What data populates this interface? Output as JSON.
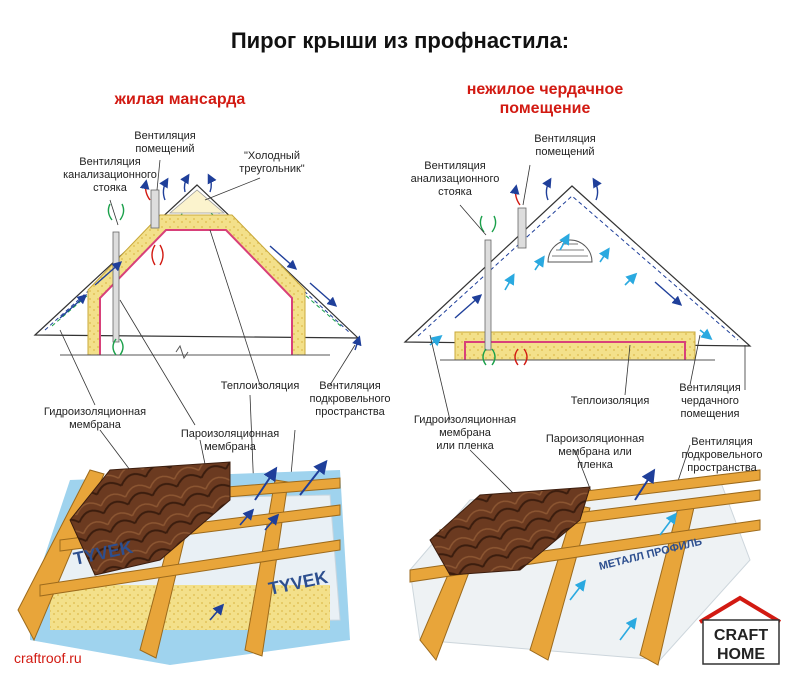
{
  "title": "Пирог крыши из профнастила:",
  "left": {
    "heading": "жилая мансарда",
    "labels": {
      "vent_rooms": "Вентиляция\nпомещений",
      "vent_sewer": "Вентиляция\nканализационного\nстояка",
      "cold_triangle": "\"Холодный\nтреугольник\"",
      "insulation": "Теплоизоляция",
      "vent_under_roof": "Вентиляция\nподкровельного\nпространства",
      "waterproof": "Гидроизоляционная\nмембрана",
      "vapor": "Пароизоляционная\nмембрана"
    },
    "membrane_brand": "TYVEK"
  },
  "right": {
    "heading": "нежилое чердачное\nпомещение",
    "labels": {
      "vent_rooms": "Вентиляция\nпомещений",
      "vent_sewer": "Вентиляция\nанализационного\nстояка",
      "insulation": "Теплоизоляция",
      "vent_attic": "Вентиляция\nчердачного\nпомещения",
      "waterproof": "Гидроизоляционная\nмембрана\nили пленка",
      "vapor": "Пароизоляционная\nмембрана или\nпленка",
      "vent_under_roof": "Вентиляция\nподкровельного\nпространства"
    },
    "membrane_brand": "МЕТАЛЛ ПРОФИЛЬ"
  },
  "logo": {
    "line1": "CRAFT",
    "line2": "HOME"
  },
  "site": "craftroof.ru",
  "colors": {
    "title": "#111111",
    "accent_red": "#d21a12",
    "arrow_blue": "#1f3f9a",
    "airflow_cyan": "#2aa9e0",
    "insulation": "#f3e08a",
    "vapor": "#d8407a",
    "timber": "#e8a53a",
    "tiles": "#6b3a20"
  }
}
